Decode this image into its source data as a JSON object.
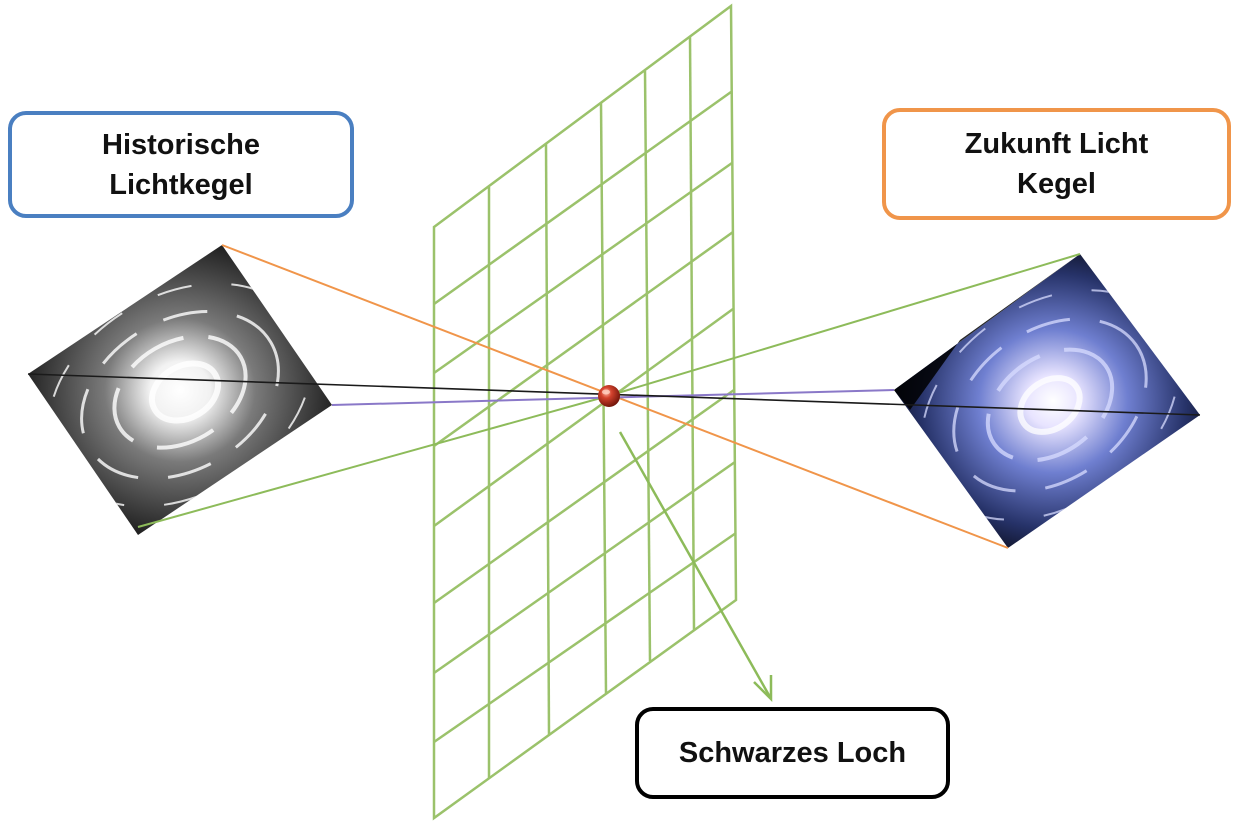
{
  "labels": {
    "historic_line1": "Historische",
    "historic_line2": "Lichtkegel",
    "future_line1": "Zukunft Licht",
    "future_line2": "Kegel",
    "black_hole": "Schwarzes Loch"
  },
  "colors": {
    "historic_border": "#4a7fc1",
    "future_border": "#f0954a",
    "black_hole_border": "#000000",
    "grid": "#9bc26b",
    "orange_ray": "#f0954a",
    "green_ray": "#8dbb5a",
    "purple_ray": "#8a78c8",
    "black_ray": "#1a1a1a",
    "black_hole_sphere": "#b22a1e"
  },
  "icons": {
    "left_galaxy": "grayscale-spiral-galaxy",
    "right_galaxy": "blue-spiral-galaxy",
    "center": "black-hole-sphere"
  }
}
